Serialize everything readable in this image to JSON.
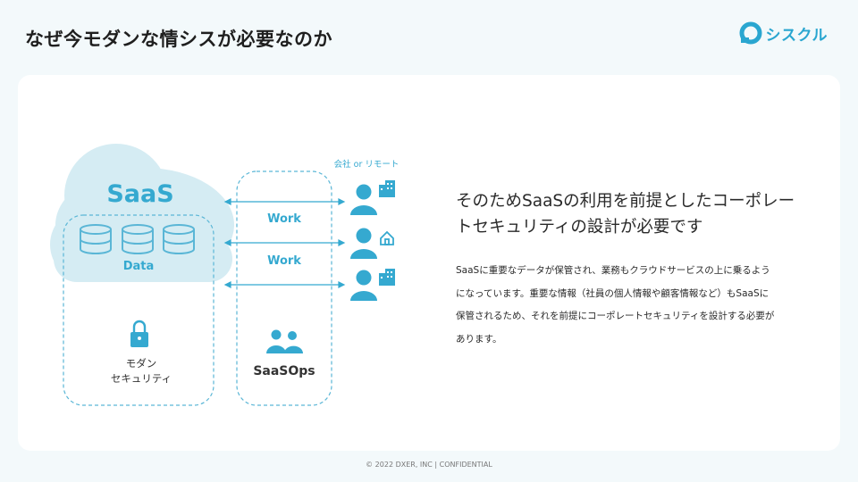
{
  "slide": {
    "title": "なぜ今モダンな情シスが必要なのか",
    "footer": "© 2022 DXER, INC | CONFIDENTIAL"
  },
  "logo": {
    "text": "シスクル",
    "icon": "shiscul-logo-icon",
    "color": "#2aa6d0"
  },
  "diagram": {
    "cloud_label": "SaaS",
    "data_label": "Data",
    "modern_security_lines": [
      "モダン",
      "セキュリティ"
    ],
    "work_labels": [
      "Work",
      "Work"
    ],
    "saasops_label": "SaaSOps",
    "remote_label": "会社 or リモート",
    "users": [
      {
        "place_icon": "building-icon"
      },
      {
        "place_icon": "home-icon"
      },
      {
        "place_icon": "building-icon"
      }
    ],
    "accent_color": "#35a9d0",
    "cloud_color": "#d5ecf3"
  },
  "content": {
    "heading_lines": [
      "そのためSaaSの利用を前提としたコーポレー",
      "トセキュリティの設計が必要です"
    ],
    "body_lines": [
      "SaaSに重要なデータが保管され、業務もクラウドサービスの上に乗るよう",
      "になっています。重要な情報（社員の個人情報や顧客情報など）もSaaSに",
      "保管されるため、それを前提にコーポレートセキュリティを設計する必要が",
      "あります。"
    ]
  }
}
